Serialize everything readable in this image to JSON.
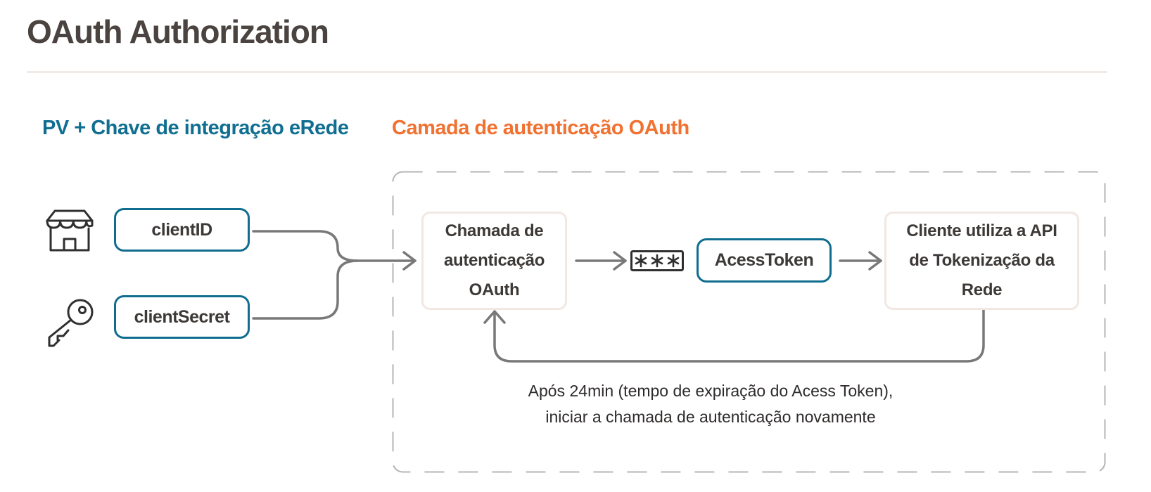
{
  "title": "OAuth Authorization",
  "sections": {
    "left_heading": "PV + Chave de integração eRede",
    "right_heading": "Camada de autenticação OAuth"
  },
  "credentials": {
    "client_id": "clientID",
    "client_secret": "clientSecret"
  },
  "steps": {
    "auth_call": [
      "Chamada de",
      "autenticação",
      "OAuth"
    ],
    "access_token": "AcessToken",
    "use_api": [
      "Cliente utiliza a API",
      "de Tokenização da",
      "Rede"
    ]
  },
  "loop_note": [
    "Após 24min (tempo de expiração do Acess Token),",
    "iniciar a chamada de autenticação novamente"
  ],
  "icons": {
    "store": "store-icon",
    "key": "key-icon",
    "token": "masked-token-icon"
  },
  "colors": {
    "title": "#4a4340",
    "left_heading": "#106f91",
    "right_heading": "#f07130",
    "credential_border": "#0f6d8f",
    "step_border": "#f1e8e4",
    "connector": "#787878",
    "zone_dash": "#b5b5b5"
  }
}
